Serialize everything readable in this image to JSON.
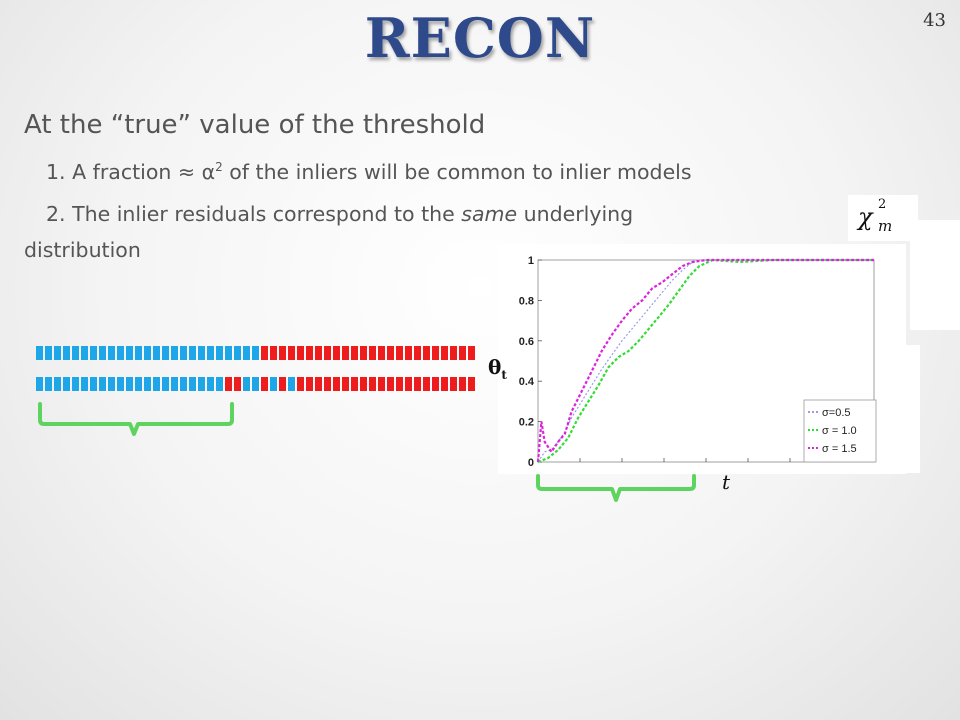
{
  "slide": {
    "title": "RECON",
    "page_number": "43",
    "heading": "At the “true” value of the threshold",
    "point1_prefix": "1. A fraction ≈ α",
    "point1_sup": "2",
    "point1_suffix": " of the inliers will be common to inlier models",
    "point2_prefix": "2. The inlier residuals correspond to the ",
    "point2_em": "same",
    "point2_suffix": " underlying",
    "point2_cont": "distribution",
    "chi_symbol": "χ",
    "chi_sup": "2",
    "chi_sub": "m"
  },
  "bars": {
    "colors": {
      "inlier": "#1fa6e8",
      "outlier": "#ee1c1c",
      "brace": "#5fd35f"
    },
    "row1": "BBBBBBBBBBBBBBBBBBBBBBBBBRRRRRRRRRRRRRRRRRRRRRRRR",
    "row2": "BBBBBBBBBBBBBBBBBBBBBRRBBRBRBRRRRRRRRRRRRRRRRRRRR"
  },
  "theta_label": "θt",
  "t_label": "t",
  "chart_data": {
    "type": "line",
    "title": "",
    "xlabel": "t",
    "ylabel": "θt",
    "xlim": [
      0,
      100
    ],
    "ylim": [
      0,
      1
    ],
    "yticks": [
      "0",
      "0.2",
      "0.4",
      "0.6",
      "0.8",
      "1"
    ],
    "grid": false,
    "legend_position": "bottom-right",
    "series": [
      {
        "name": "σ=0.5",
        "color": "#9a9af0",
        "x": [
          0,
          2,
          4,
          6,
          8,
          10,
          13,
          16,
          19,
          22,
          25,
          28,
          31,
          34,
          37,
          40,
          43,
          46,
          50,
          60,
          70,
          80,
          90,
          100
        ],
        "y": [
          0,
          0.05,
          0.06,
          0.1,
          0.15,
          0.22,
          0.3,
          0.38,
          0.46,
          0.53,
          0.6,
          0.66,
          0.72,
          0.78,
          0.84,
          0.9,
          0.95,
          0.99,
          1,
          1,
          1,
          1,
          1,
          1
        ]
      },
      {
        "name": "σ = 1.0",
        "color": "#33dd33",
        "x": [
          0,
          3,
          6,
          9,
          12,
          15,
          18,
          21,
          24,
          27,
          30,
          33,
          36,
          39,
          42,
          45,
          48,
          52,
          60,
          70,
          80,
          90,
          100
        ],
        "y": [
          0,
          0.02,
          0.06,
          0.12,
          0.22,
          0.3,
          0.38,
          0.47,
          0.52,
          0.55,
          0.6,
          0.66,
          0.72,
          0.78,
          0.85,
          0.92,
          0.97,
          1,
          0.99,
          1,
          1,
          1,
          1
        ]
      },
      {
        "name": "σ = 1.5",
        "color": "#dd22dd",
        "x": [
          0,
          1,
          2,
          4,
          6,
          8,
          10,
          13,
          16,
          19,
          22,
          25,
          28,
          31,
          34,
          37,
          40,
          43,
          46,
          50,
          60,
          70,
          80,
          90,
          100
        ],
        "y": [
          0,
          0.2,
          0.1,
          0.05,
          0.1,
          0.14,
          0.25,
          0.35,
          0.45,
          0.55,
          0.63,
          0.7,
          0.76,
          0.8,
          0.86,
          0.89,
          0.93,
          0.97,
          0.99,
          1,
          1,
          1,
          1,
          1,
          1
        ]
      }
    ]
  }
}
